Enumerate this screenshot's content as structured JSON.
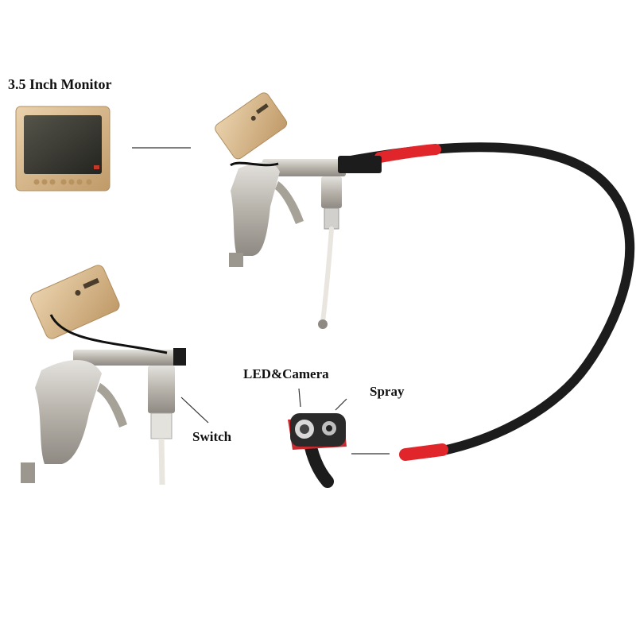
{
  "labels": {
    "monitor": "3.5 Inch Monitor",
    "led_camera": "LED&Camera",
    "spray": "Spray",
    "switch": "Switch"
  },
  "colors": {
    "background": "#ffffff",
    "monitor_body": "#d8b98f",
    "screen": "#3a3a34",
    "gun_metal": "#b8b4ad",
    "hose": "#1c1c1c",
    "hose_sleeve": "#e0252b",
    "fluid_tube": "#e8e6df"
  }
}
